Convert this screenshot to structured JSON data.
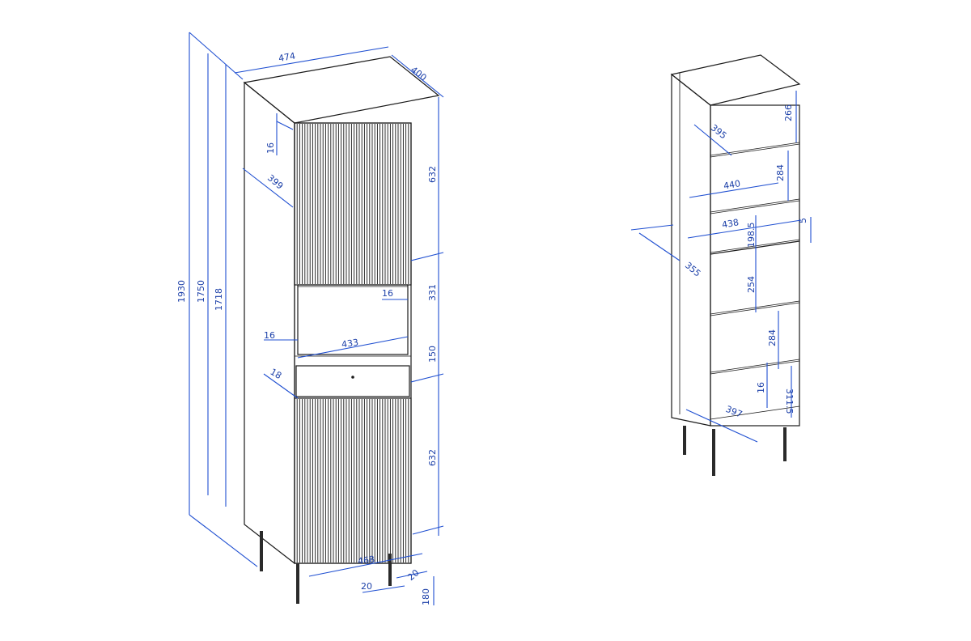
{
  "left_view": {
    "width": "474",
    "depth": "400",
    "height_total": "1930",
    "height_body": "1750",
    "height_inner": "1718",
    "top_gap": "16",
    "side_depth": "399",
    "upper_door": "632",
    "open_niche": "331",
    "niche_side": "16",
    "niche_left": "16",
    "niche_width": "433",
    "drawer": "150",
    "drawer_depth": "18",
    "lower_door": "632",
    "base_width": "468",
    "leg_inset_a": "20",
    "leg_inset_b": "20",
    "leg_height": "180"
  },
  "right_view": {
    "top_shelf": "266",
    "depth_1": "395",
    "shelf_2": "284",
    "width_inner": "440",
    "shelf_width": "438",
    "thickness": "5",
    "gap_1": "198.5",
    "side_depth": "355",
    "shelf_4": "254",
    "shelf_5": "284",
    "plinth": "16",
    "bottom_space": "311.5",
    "base_depth": "397"
  }
}
